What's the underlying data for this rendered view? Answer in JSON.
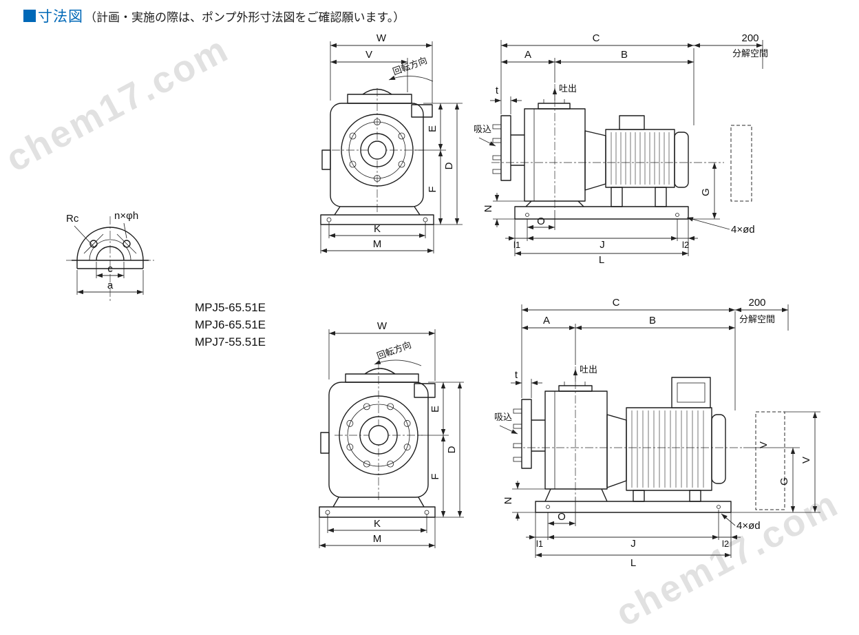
{
  "header": {
    "title": "寸法図",
    "note": "（計画・実施の際は、ポンプ外形寸法図をご確認願います。）",
    "accent_color": "#0068b7"
  },
  "watermark": {
    "text": "chem17.com"
  },
  "models": [
    "MPJ5-65.51E",
    "MPJ6-65.51E",
    "MPJ7-55.51E"
  ],
  "flange": {
    "rc": "Rc",
    "holes": "n×φh",
    "c": "c",
    "a": "a"
  },
  "labels": {
    "W": "W",
    "V": "V",
    "E": "E",
    "D": "D",
    "F": "F",
    "K": "K",
    "M": "M",
    "C": "C",
    "A": "A",
    "B": "B",
    "t": "t",
    "N": "N",
    "O": "O",
    "l1": "l1",
    "J": "J",
    "l2": "l2",
    "L": "L",
    "G": "G",
    "space": "200",
    "space_note": "分解空間",
    "bolt_holes": "4×ød",
    "rotation": "回転方向",
    "discharge": "吐出",
    "suction": "吸込"
  }
}
